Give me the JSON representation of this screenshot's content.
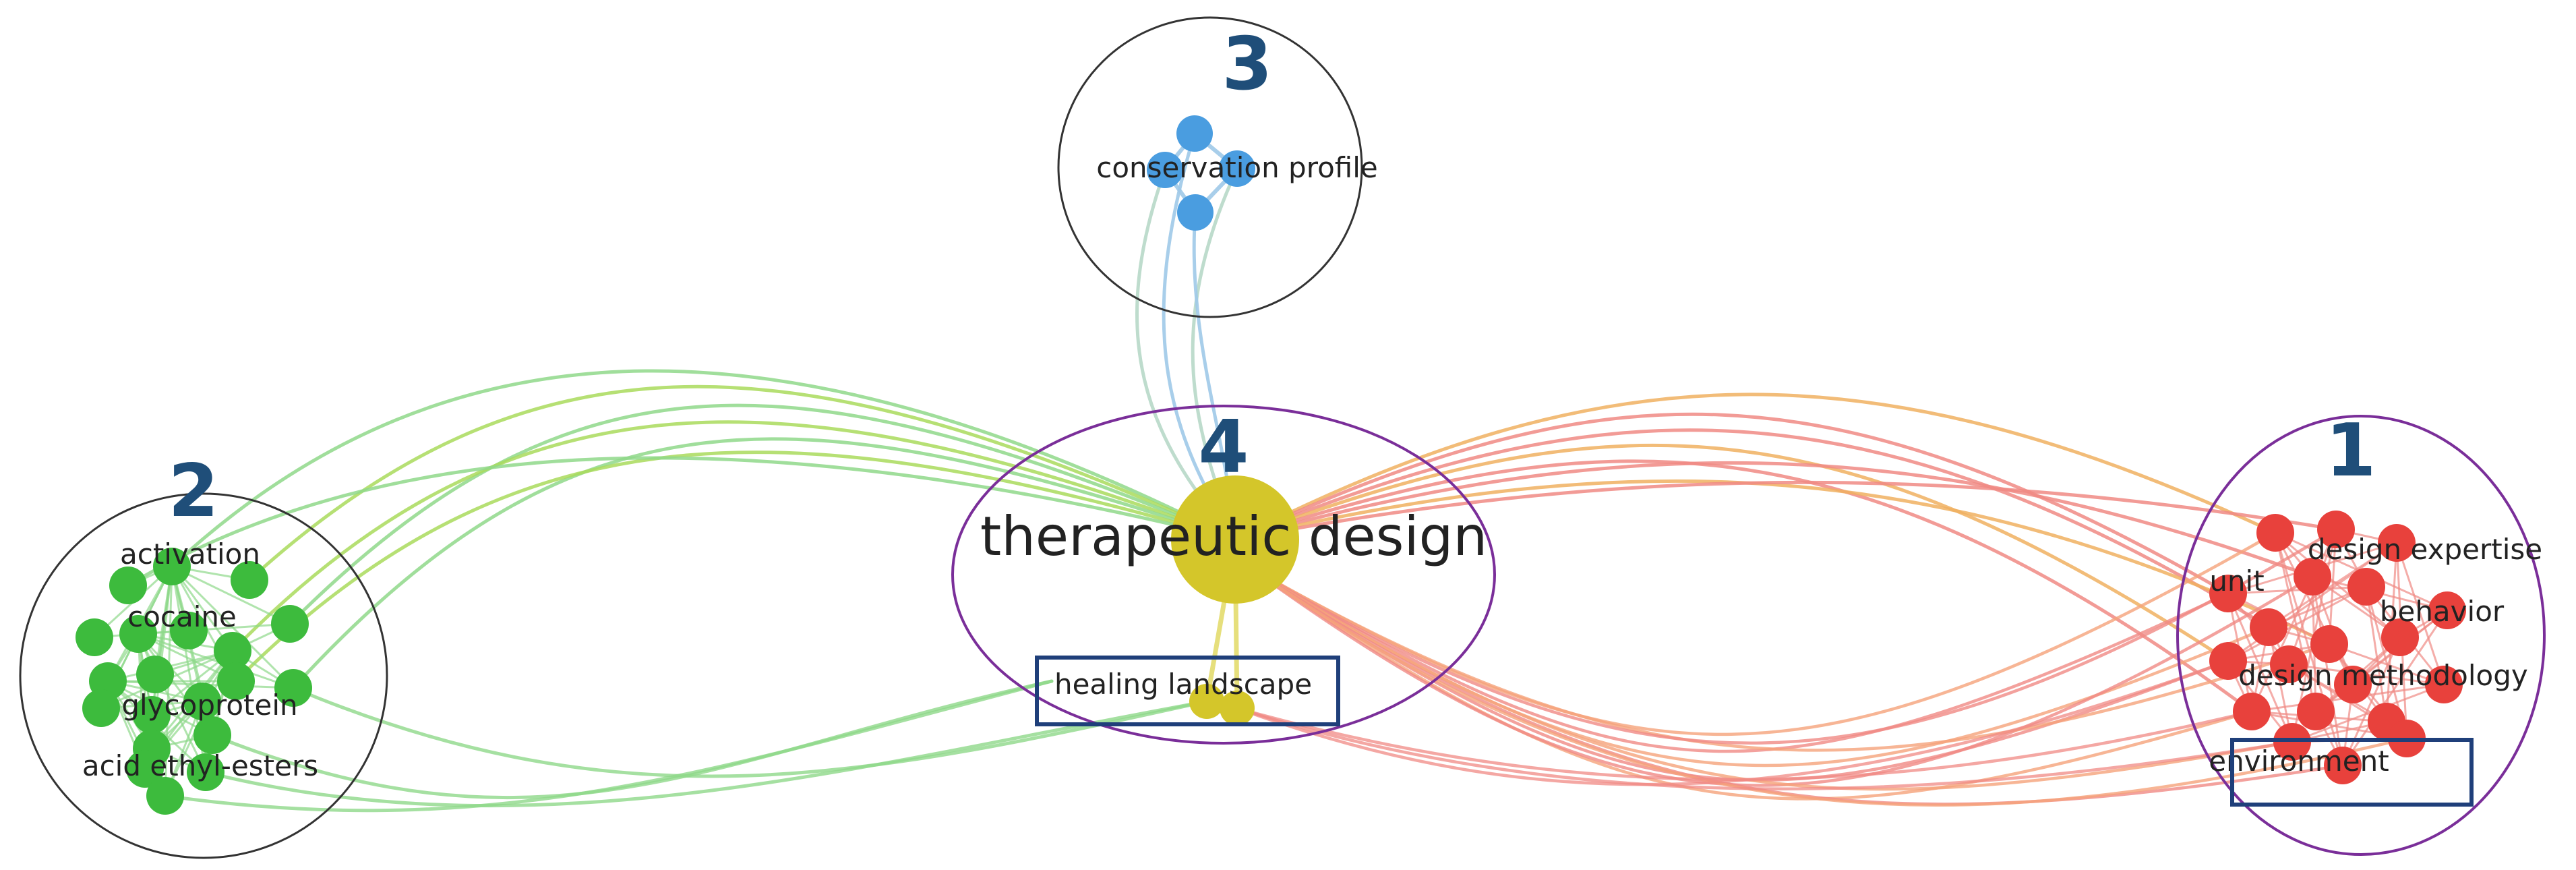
{
  "clusters": [
    {
      "id": "1",
      "number": "1",
      "color": "#e8413c",
      "edge_color": "#f08a84",
      "border": "#7a2e99",
      "labels": [
        "design expertise",
        "unit",
        "behavior",
        "design methodology",
        "environment"
      ],
      "highlighted": "environment"
    },
    {
      "id": "2",
      "number": "2",
      "color": "#3dbb3d",
      "edge_color": "#8fd88a",
      "border": "#333333",
      "labels": [
        "activation",
        "cocaine",
        "glycoprotein",
        "acid ethyl-esters"
      ]
    },
    {
      "id": "3",
      "number": "3",
      "color": "#4a9de0",
      "edge_color": "#9ec9e8",
      "border": "#333333",
      "labels": [
        "conservation profile"
      ]
    },
    {
      "id": "4",
      "number": "4",
      "color": "#d4c62a",
      "edge_color": "#e3dc6e",
      "border": "#7a2e99",
      "labels": [
        "therapeutic design",
        "healing landscape"
      ],
      "highlighted": "healing landscape"
    }
  ],
  "highlight_box_color": "#1f3f7a"
}
